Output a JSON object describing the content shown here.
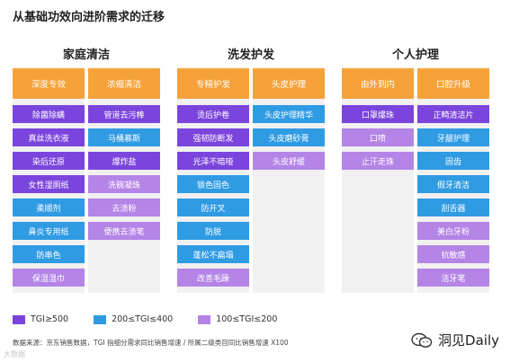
{
  "title": "从基础功效向进阶需求的迁移",
  "colors": {
    "header": "#f6a23a",
    "tgi_high": "#7b45dd",
    "tgi_mid": "#2f9be3",
    "tgi_low": "#b484e6",
    "column_bg": "#f1f1f1"
  },
  "chart_data": {
    "type": "table",
    "groups": [
      {
        "title": "家庭清洁",
        "columns": [
          {
            "header": "深度专效",
            "items": [
              {
                "label": "除菌除螨",
                "tier": "high"
              },
              {
                "label": "真丝洗衣液",
                "tier": "high"
              },
              {
                "label": "染后还原",
                "tier": "high"
              },
              {
                "label": "女性湿厕纸",
                "tier": "high"
              },
              {
                "label": "柔顺剂",
                "tier": "mid"
              },
              {
                "label": "鼻炎专用纸",
                "tier": "mid"
              },
              {
                "label": "防串色",
                "tier": "mid"
              },
              {
                "label": "保湿湿巾",
                "tier": "low"
              }
            ]
          },
          {
            "header": "浓缩清洁",
            "items": [
              {
                "label": "管道去污棒",
                "tier": "high"
              },
              {
                "label": "马桶慕斯",
                "tier": "mid"
              },
              {
                "label": "爆炸盐",
                "tier": "high"
              },
              {
                "label": "洗碗凝珠",
                "tier": "low"
              },
              {
                "label": "去渍粉",
                "tier": "low"
              },
              {
                "label": "便携去渍笔",
                "tier": "low"
              }
            ]
          }
        ]
      },
      {
        "title": "洗发护发",
        "columns": [
          {
            "header": "专精护发",
            "items": [
              {
                "label": "烫后护卷",
                "tier": "high"
              },
              {
                "label": "强韧防断发",
                "tier": "high"
              },
              {
                "label": "光泽不暗哑",
                "tier": "high"
              },
              {
                "label": "锁色固色",
                "tier": "mid"
              },
              {
                "label": "防开叉",
                "tier": "mid"
              },
              {
                "label": "防脱",
                "tier": "mid"
              },
              {
                "label": "蓬松不扁塌",
                "tier": "mid"
              },
              {
                "label": "改善毛躁",
                "tier": "low"
              }
            ]
          },
          {
            "header": "头皮护理",
            "items": [
              {
                "label": "头皮护理精华",
                "tier": "mid"
              },
              {
                "label": "头皮磨砂膏",
                "tier": "mid"
              },
              {
                "label": "头皮舒缓",
                "tier": "low"
              }
            ]
          }
        ]
      },
      {
        "title": "个人护理",
        "columns": [
          {
            "header": "由外到内",
            "items": [
              {
                "label": "口罩爆珠",
                "tier": "high"
              },
              {
                "label": "口喷",
                "tier": "low"
              },
              {
                "label": "止汗走珠",
                "tier": "low"
              }
            ]
          },
          {
            "header": "口腔升级",
            "items": [
              {
                "label": "正畸清洁片",
                "tier": "high"
              },
              {
                "label": "牙龈护理",
                "tier": "mid"
              },
              {
                "label": "固齿",
                "tier": "mid"
              },
              {
                "label": "假牙清洁",
                "tier": "mid"
              },
              {
                "label": "刮舌器",
                "tier": "mid"
              },
              {
                "label": "美白牙粉",
                "tier": "low"
              },
              {
                "label": "抗敏感",
                "tier": "low"
              },
              {
                "label": "洁牙笔",
                "tier": "low"
              }
            ]
          }
        ]
      }
    ],
    "legend": [
      {
        "tier": "high",
        "label": "TGI≥500"
      },
      {
        "tier": "mid",
        "label": "200≤TGI≤400"
      },
      {
        "tier": "low",
        "label": "100≤TGI≤200"
      }
    ]
  },
  "source": "数据来源：京东销售数据，TGI 指细分需求同比销售增速 / 所属二级类目同比销售增速 X100",
  "watermark": "大数据",
  "brand": "洞见Daily"
}
